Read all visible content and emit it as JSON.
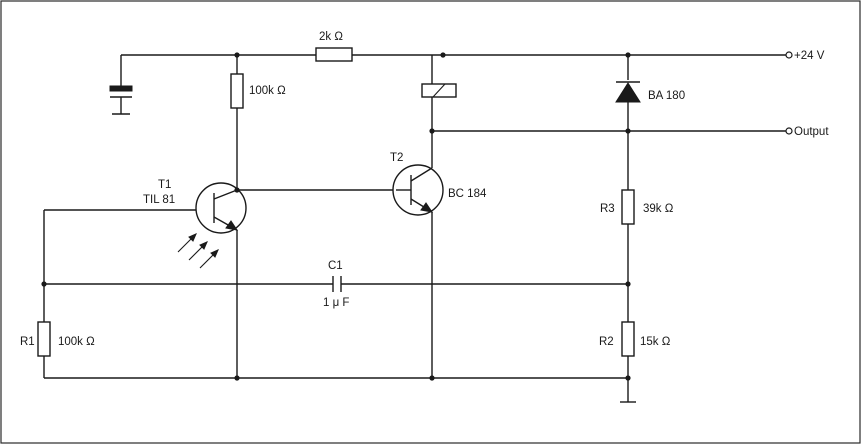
{
  "labels": {
    "r_top_left": "100k Ω",
    "r_series": "2k Ω",
    "supply": "+24 V",
    "output": "Output",
    "diode": "BA 180",
    "t1_name": "T1",
    "t1_type": "TIL 81",
    "t2_name": "T2",
    "t2_type": "BC 184",
    "r3_name": "R3",
    "r3_value": "39k Ω",
    "c1_name": "C1",
    "c1_value": "1 μ F",
    "r1_name": "R1",
    "r1_value": "100k Ω",
    "r2_name": "R2",
    "r2_value": "15k Ω"
  }
}
